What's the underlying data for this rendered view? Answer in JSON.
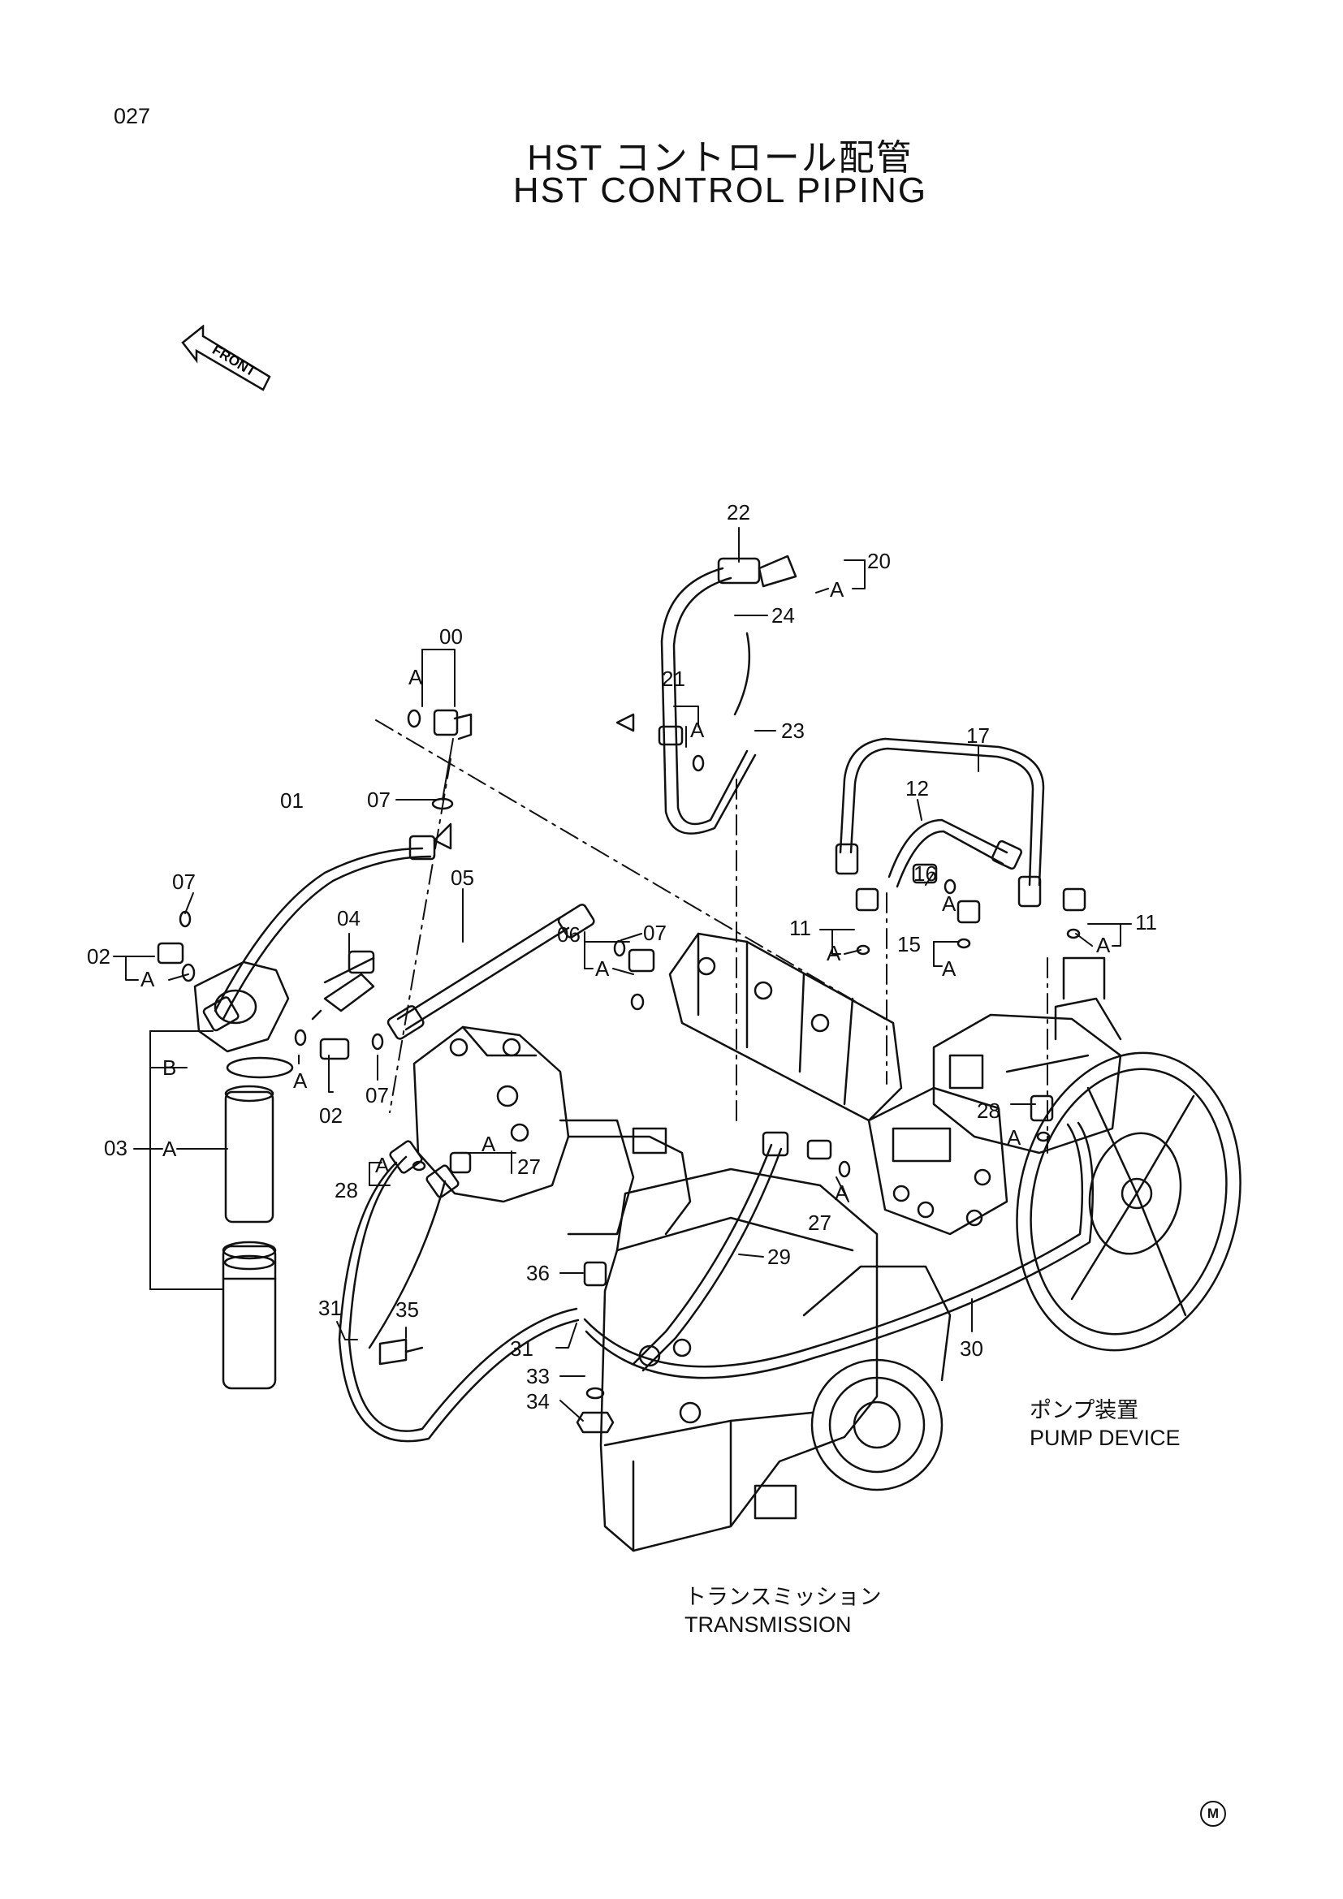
{
  "page_number": "027",
  "title_jp": "HST コントロール配管",
  "title_en": "HST CONTROL PIPING",
  "front_label": "FRONT",
  "callouts": [
    "00",
    "01",
    "02",
    "02",
    "03",
    "04",
    "05",
    "06",
    "07",
    "07",
    "07",
    "07",
    "11",
    "11",
    "12",
    "15",
    "16",
    "17",
    "20",
    "21",
    "22",
    "23",
    "24",
    "27",
    "27",
    "28",
    "28",
    "29",
    "30",
    "31",
    "31",
    "33",
    "34",
    "35",
    "36"
  ],
  "ref_letters": [
    "A",
    "B"
  ],
  "pump_caption_jp": "ポンプ装置",
  "pump_caption_en": "PUMP DEVICE",
  "transmission_caption_jp": "トランスミッション",
  "transmission_caption_en": "TRANSMISSION",
  "corner_mark": "M"
}
